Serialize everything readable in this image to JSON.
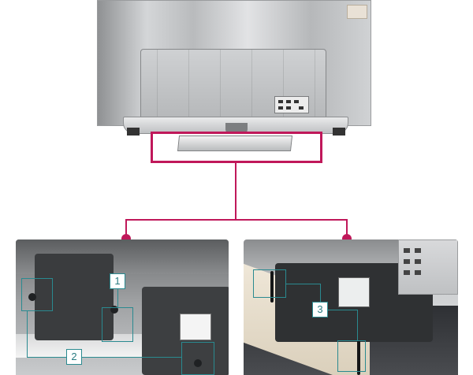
{
  "callouts": {
    "one": "1",
    "two": "2",
    "three": "3"
  },
  "colors": {
    "highlight": "#c0185a",
    "callout": "#2a8a90"
  }
}
